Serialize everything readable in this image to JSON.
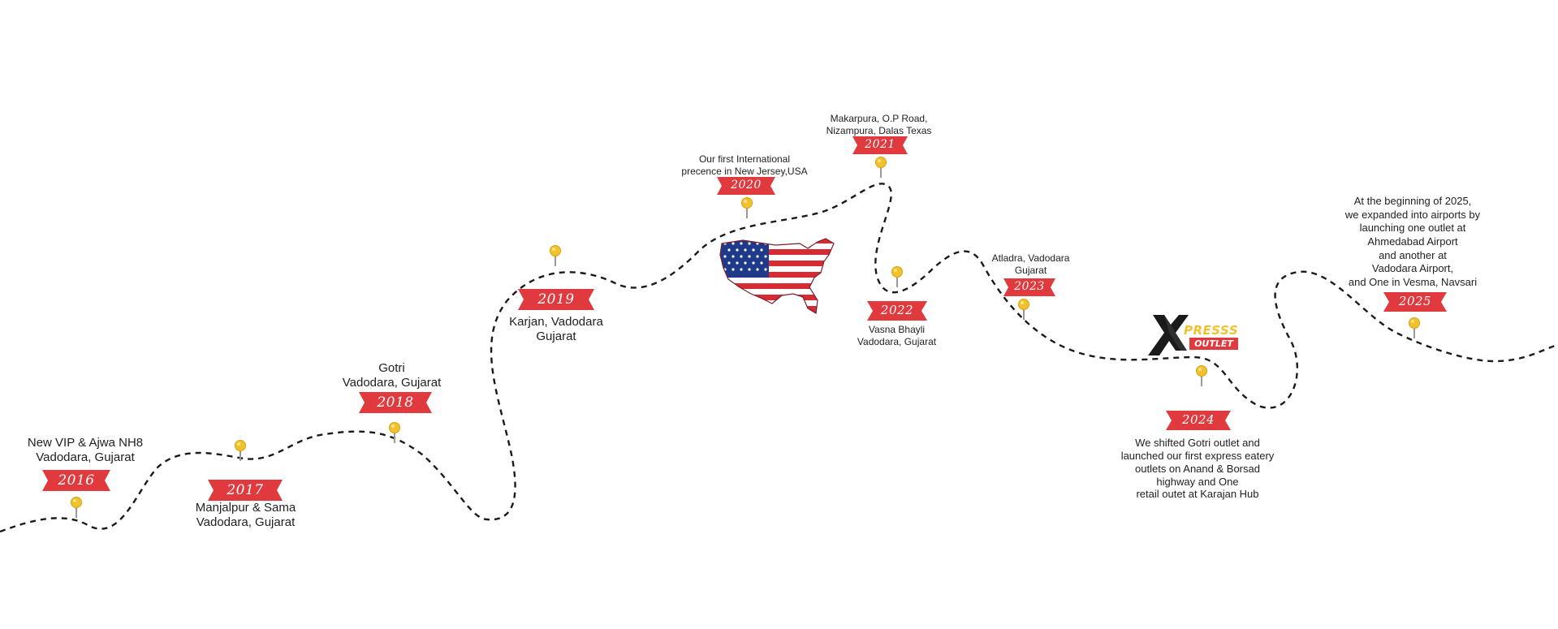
{
  "milestones": [
    {
      "year": "2016",
      "lines": [
        "New VIP & Ajwa NH8",
        "Vadodara, Gujarat"
      ]
    },
    {
      "year": "2017",
      "lines": [
        "Manjalpur & Sama",
        "Vadodara, Gujarat"
      ]
    },
    {
      "year": "2018",
      "lines": [
        "Gotri",
        "Vadodara, Gujarat"
      ]
    },
    {
      "year": "2019",
      "lines": [
        "Karjan, Vadodara",
        "Gujarat"
      ]
    },
    {
      "year": "2020",
      "lines": [
        "Our first International",
        "precence in New Jersey,USA"
      ]
    },
    {
      "year": "2021",
      "lines": [
        "Makarpura, O.P Road,",
        "Nizampura, Dalas Texas"
      ]
    },
    {
      "year": "2022",
      "lines": [
        "Vasna Bhayli",
        "Vadodara, Gujarat"
      ]
    },
    {
      "year": "2023",
      "lines": [
        "Atladra, Vadodara",
        "Gujarat"
      ]
    },
    {
      "year": "2024",
      "lines": [
        "We shifted Gotri outlet and",
        "launched  our first express eatery",
        "outlets on Anand & Borsad",
        "highway and One",
        "retail outet at Karajan Hub"
      ]
    },
    {
      "year": "2025",
      "lines": [
        "At the beginning of 2025,",
        "we expanded into airports by",
        "launching one outlet at",
        "Ahmedabad Airport",
        "and another at",
        "Vadodara Airport,",
        "and One in Vesma, Navsari"
      ]
    }
  ],
  "logo": {
    "brand_top": "PRESSS",
    "brand_bottom": "OUTLET"
  },
  "colors": {
    "ribbon": "#e03a3e",
    "pin_head": "#f2c12e",
    "path": "#1a1a1a"
  }
}
